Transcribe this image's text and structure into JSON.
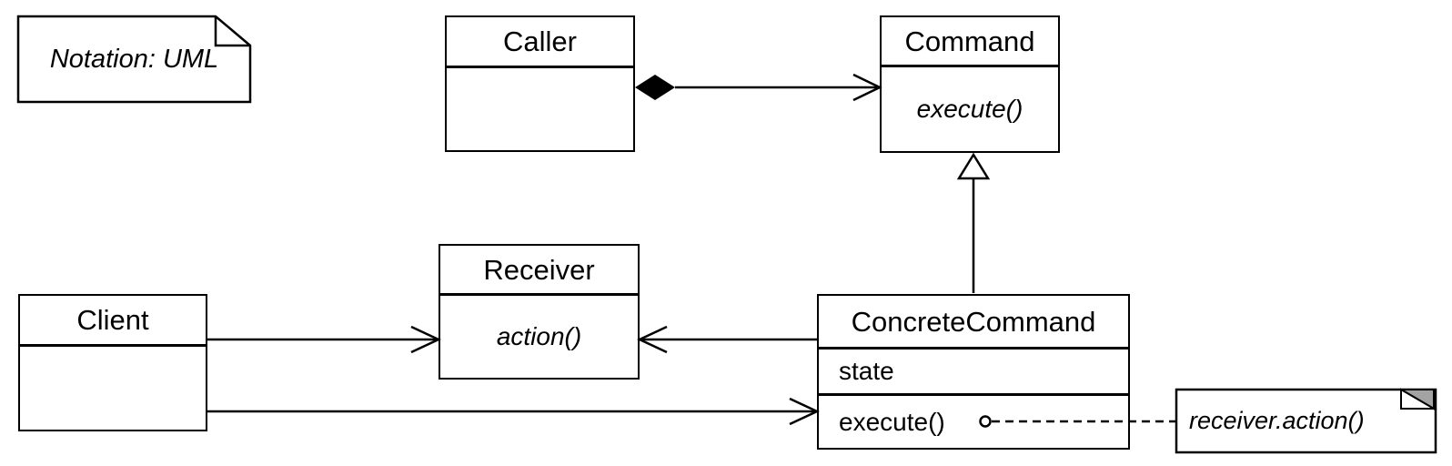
{
  "diagram_type": "uml-class-diagram",
  "pattern": "Command",
  "colors": {
    "line": "#000000",
    "box_fill": "#ffffff",
    "note_fold_fill": "#a3a3a3"
  },
  "notes": {
    "notation": {
      "text": "Notation: UML"
    },
    "execute_note": {
      "text": "receiver.action()"
    }
  },
  "classes": {
    "caller": {
      "name": "Caller"
    },
    "command": {
      "name": "Command",
      "operations": [
        "execute()"
      ]
    },
    "receiver": {
      "name": "Receiver",
      "operations": [
        "action()"
      ]
    },
    "client": {
      "name": "Client"
    },
    "concrete_command": {
      "name": "ConcreteCommand",
      "attributes": [
        "state"
      ],
      "operations": [
        "execute()"
      ]
    }
  },
  "relationships": [
    {
      "type": "directed-aggregation",
      "from": "Caller",
      "to": "Command"
    },
    {
      "type": "generalization",
      "from": "ConcreteCommand",
      "to": "Command"
    },
    {
      "type": "directed-association",
      "from": "ConcreteCommand",
      "to": "Receiver"
    },
    {
      "type": "directed-association",
      "from": "Client",
      "to": "Receiver"
    },
    {
      "type": "directed-association",
      "from": "Client",
      "to": "ConcreteCommand"
    },
    {
      "type": "note-anchor",
      "from": "ConcreteCommand.execute()",
      "to": "receiver.action() note"
    }
  ]
}
